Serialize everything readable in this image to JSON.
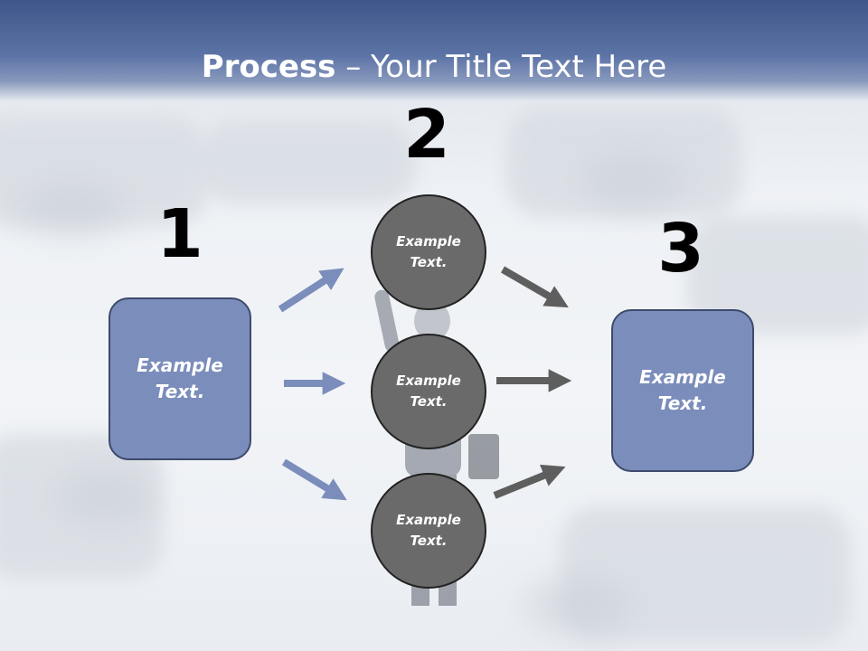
{
  "title": {
    "bold": "Process",
    "rest": " – Your Title Text Here"
  },
  "steps": [
    {
      "number": "1",
      "text": "Example Text."
    },
    {
      "number": "2",
      "items": [
        {
          "text": "Example Text."
        },
        {
          "text": "Example Text."
        },
        {
          "text": "Example Text."
        }
      ]
    },
    {
      "number": "3",
      "text": "Example Text."
    }
  ],
  "colors": {
    "header": "#4a6197",
    "box_fill": "#7b8dbb",
    "circle_fill": "#6a6a6a",
    "blue_arrow": "#7b8dbb",
    "gray_arrow": "#5e5e5e"
  }
}
